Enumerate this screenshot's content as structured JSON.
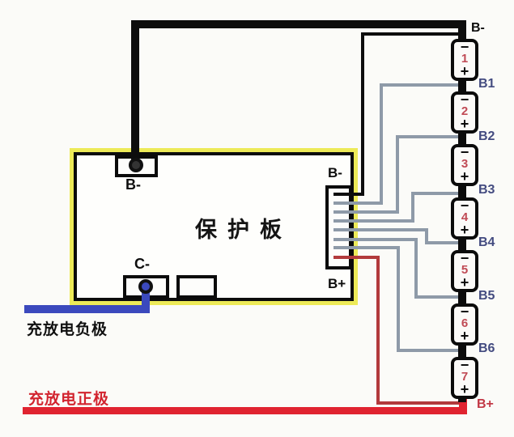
{
  "colors": {
    "board_border": "#edea58",
    "wire_black": "#0d0d0d",
    "wire_grey": "#8e9aa8",
    "wire_red_thin": "#b23a3c",
    "wire_red_thick": "#e02330",
    "wire_blue": "#3b49bd",
    "junction_label": "#434b80",
    "battery_number": "#c04a55",
    "bplus_label": "#c23845",
    "positive_text": "#d2242f"
  },
  "board": {
    "title": "保护板",
    "top_connector_label": "B-",
    "bottom_connector_label": "C-",
    "right_connector_top_label": "B-",
    "right_connector_bottom_label": "B+"
  },
  "pack": {
    "top_label": "B-",
    "bottom_label": "B+",
    "junctions": [
      {
        "label": "B1"
      },
      {
        "label": "B2"
      },
      {
        "label": "B3"
      },
      {
        "label": "B4"
      },
      {
        "label": "B5"
      },
      {
        "label": "B6"
      }
    ],
    "batteries": [
      {
        "number": "1"
      },
      {
        "number": "2"
      },
      {
        "number": "3"
      },
      {
        "number": "4"
      },
      {
        "number": "5"
      },
      {
        "number": "6"
      },
      {
        "number": "7"
      }
    ]
  },
  "symbols": {
    "plus": "+",
    "minus": "−"
  },
  "bottom": {
    "negative_label": "充放电负极",
    "positive_label": "充放电正极"
  }
}
